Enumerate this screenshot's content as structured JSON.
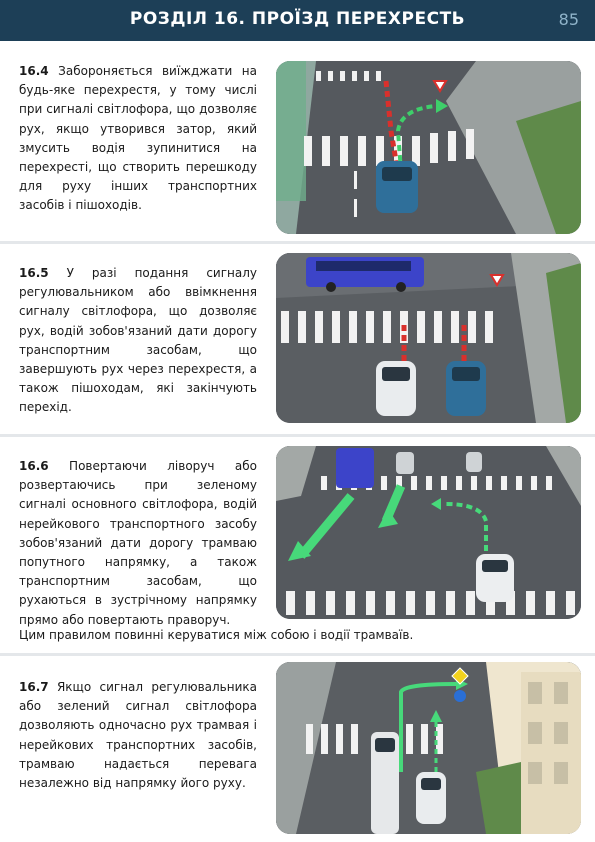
{
  "header": {
    "title": "РОЗДІЛ 16. ПРОЇЗД ПЕРЕХРЕСТЬ",
    "page_number": "85",
    "background_color": "#1d3f57"
  },
  "rules": [
    {
      "number": "16.4",
      "text": "Забороняється виїжджати на будь-яке перехрестя, у тому числі при сигналі світлофора, що дозволяє рух, якщо утворився затор, який змусить водія зупинитися на перехресті, що створить перешкоду для руху інших транспортних засобів і пішоходів.",
      "illustration": "intersection-traffic-jam-illustration"
    },
    {
      "number": "16.5",
      "text": "У разі подання сигналу регулювальником або ввімкнення сигналу світлофора, що дозволяє рух, водій зобов'язаний дати дорогу транспортним засобам, що завершують рух через перехрестя, а також пішоходам, які закінчують перехід.",
      "illustration": "intersection-give-way-illustration"
    },
    {
      "number": "16.6",
      "text": "Повертаючи ліворуч або розвертаючись при зеленому сигналі основного світлофора, водій нерейкового транспортного засобу зобов'язаний дати дорогу трамваю попутного напрямку, а також транспортним засобам, що рухаються в зустрічному напрямку прямо або повертають праворуч.",
      "extra": "Цим правилом повинні керуватися між собою і водії трамваїв.",
      "illustration": "intersection-left-turn-tram-illustration"
    },
    {
      "number": "16.7",
      "text": "Якщо сигнал регулювальника або зелений сигнал світлофора дозволяють одночасно рух трамвая і нерейкових транспортних засобів, трамваю надається перевага незалежно від напрямку його руху.",
      "illustration": "intersection-tram-priority-illustration"
    }
  ]
}
